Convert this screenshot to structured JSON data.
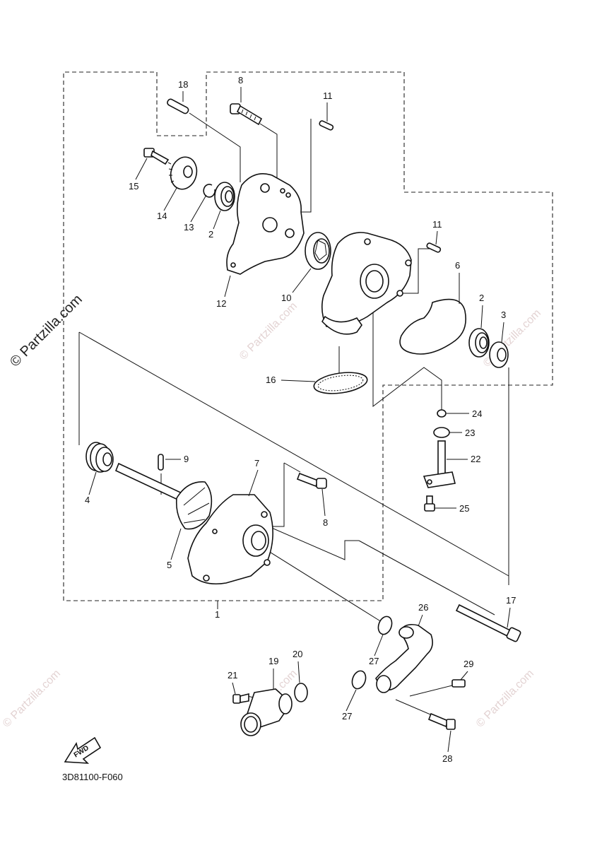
{
  "drawing_code": "3D81100-F060",
  "fwd_label": "FWD",
  "watermark": "© Partzilla.com",
  "callouts": {
    "p1": "1",
    "p2a": "2",
    "p2b": "2",
    "p3": "3",
    "p4": "4",
    "p5": "5",
    "p6": "6",
    "p7": "7",
    "p8a": "8",
    "p8b": "8",
    "p9": "9",
    "p10": "10",
    "p11a": "11",
    "p11b": "11",
    "p12": "12",
    "p13": "13",
    "p14": "14",
    "p15": "15",
    "p16": "16",
    "p17": "17",
    "p18": "18",
    "p19": "19",
    "p20": "20",
    "p21": "21",
    "p22": "22",
    "p23": "23",
    "p24": "24",
    "p25": "25",
    "p26": "26",
    "p27a": "27",
    "p27b": "27",
    "p28": "28",
    "p29": "29"
  }
}
